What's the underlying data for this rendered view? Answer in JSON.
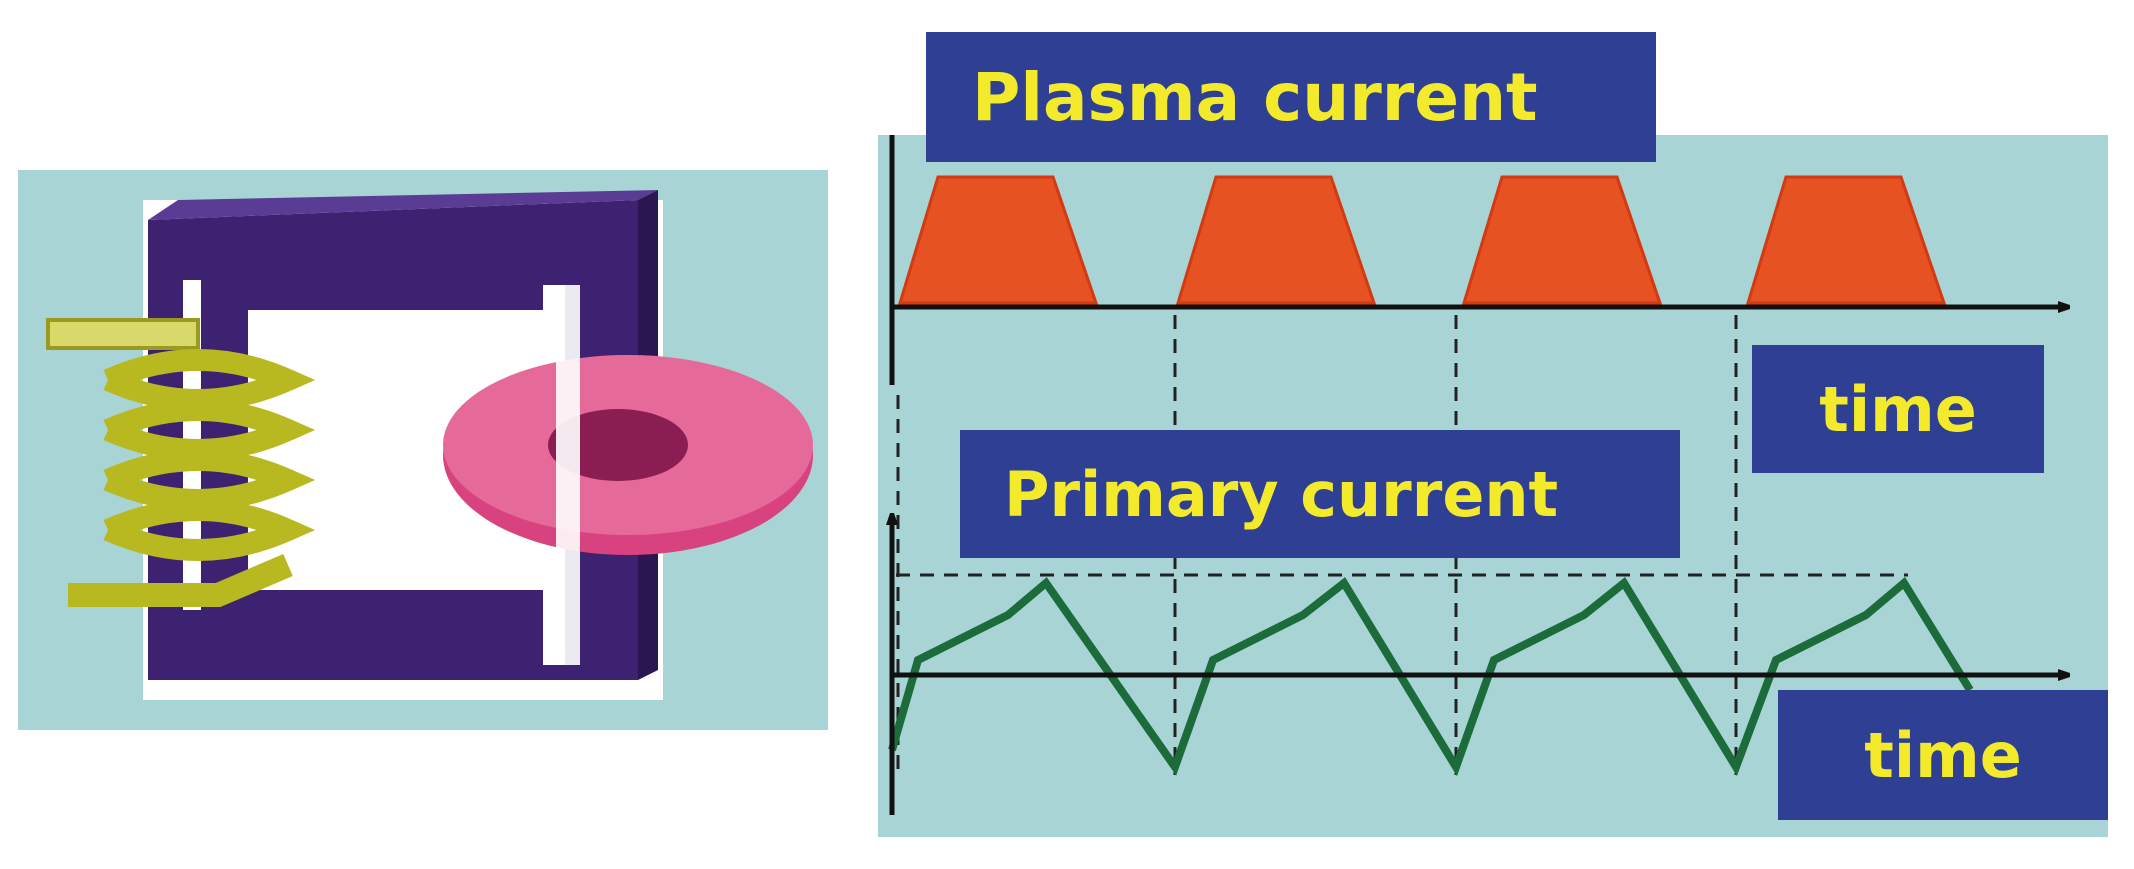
{
  "colors": {
    "panel_background": "#a8d4d6",
    "label_background": "#2e3f94",
    "label_text": "#f2ea2a",
    "plasma_pulse": "#e65221",
    "primary_wave": "#1c6b3a",
    "iron_core": "#3c2270",
    "coil": "#b8b820",
    "torus": "#d8427e"
  },
  "labels": {
    "plasma_current": "Plasma current",
    "primary_current": "Primary current",
    "time_top": "time",
    "time_bottom": "time"
  },
  "icons": {
    "transformer": "transformer-core-icon",
    "coil": "primary-coil-icon",
    "plasma_ring": "plasma-torus-icon"
  },
  "chart_data": {
    "type": "line",
    "series": [
      {
        "shape": "trapezoidal pulses",
        "pulses": 4
      },
      {
        "shape": "sawtooth",
        "cycles": 4
      }
    ]
  }
}
